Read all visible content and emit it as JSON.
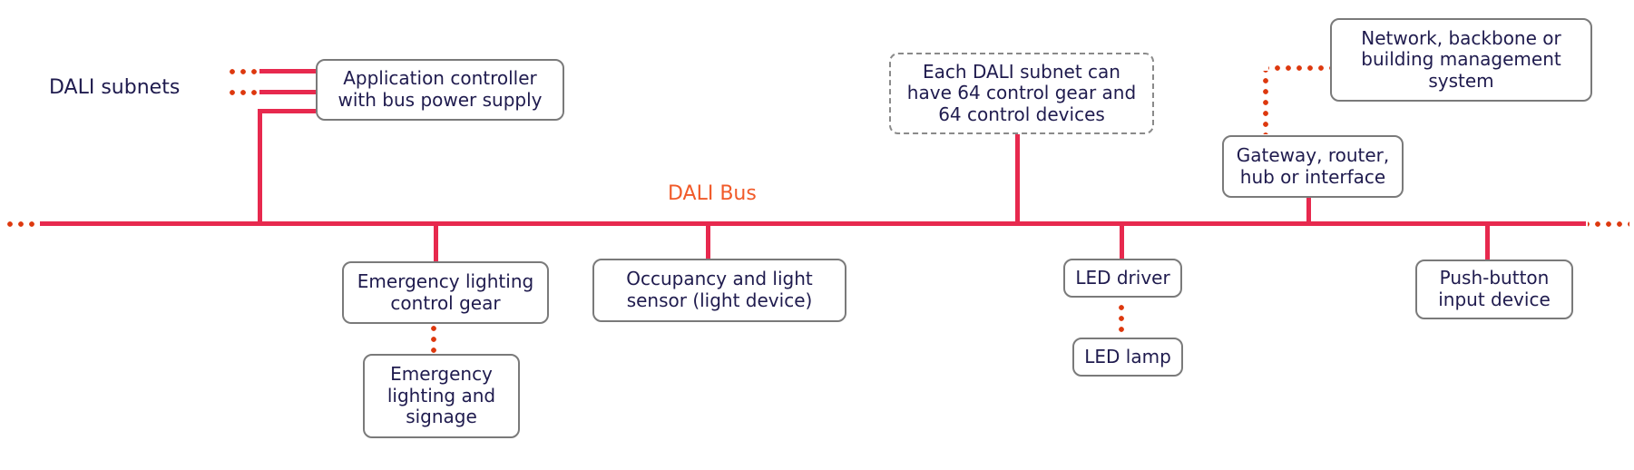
{
  "diagram": {
    "subnets_label": "DALI subnets",
    "bus_label": "DALI Bus",
    "nodes": {
      "app_controller": {
        "label": "Application controller with bus power supply"
      },
      "subnet_note": {
        "label": "Each DALI subnet can have 64 control gear and 64 control devices"
      },
      "network": {
        "label": "Network, backbone or building management system"
      },
      "gateway": {
        "label": "Gateway, router, hub or interface"
      },
      "emergency_gear": {
        "label": "Emergency lighting control gear"
      },
      "emergency_signage": {
        "label": "Emergency lighting and signage"
      },
      "occupancy_sensor": {
        "label": "Occupancy and light sensor (light device)"
      },
      "led_driver": {
        "label": "LED driver"
      },
      "led_lamp": {
        "label": "LED lamp"
      },
      "push_button": {
        "label": "Push-button input device"
      }
    },
    "colors": {
      "bus_line_red": "#e7294e",
      "dotted_line_orange": "#dd380e",
      "bus_label_orange": "#f15a29",
      "text_navy": "#1f1b4e",
      "box_border_gray": "#7a7a7a"
    }
  }
}
